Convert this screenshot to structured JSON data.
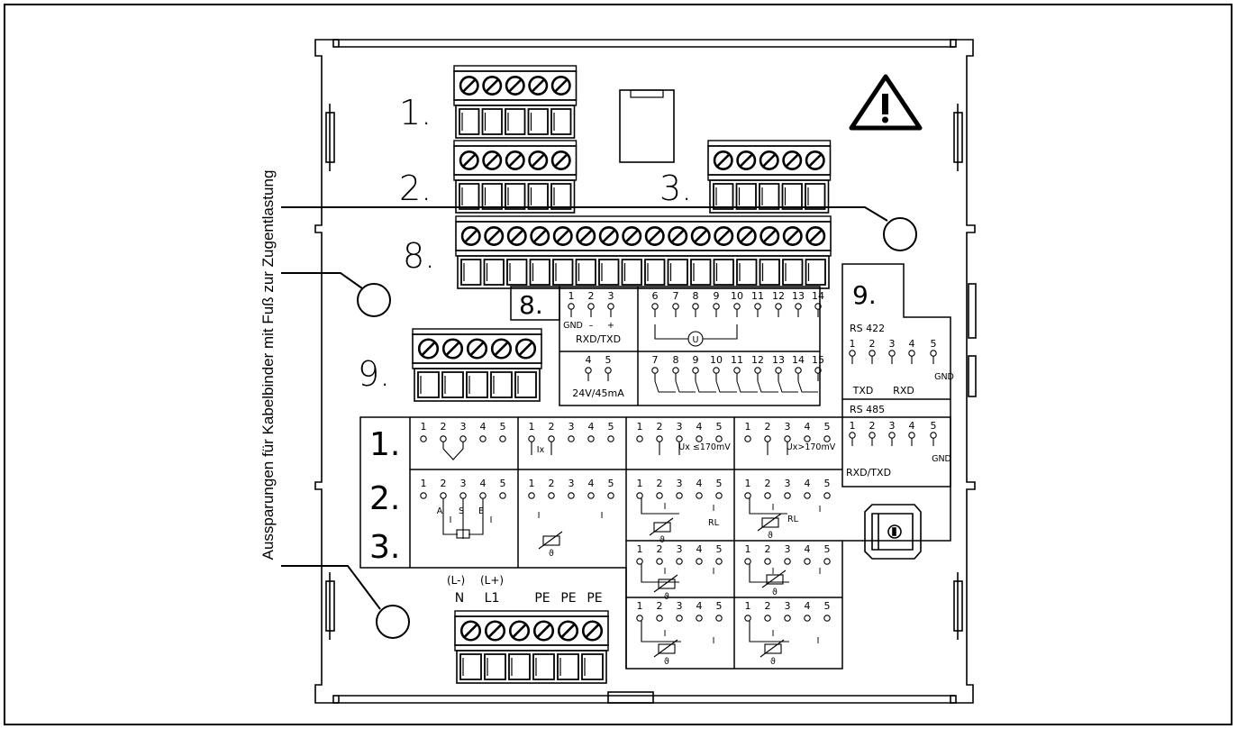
{
  "side_label": "Aussparungen für Kabelbinder mit Fuß zur Zugentlastung",
  "connector_labels": {
    "c1": "1.",
    "c2": "2.",
    "c3": "3.",
    "c8": "8.",
    "c9": "9."
  },
  "legend8": {
    "box_label": "8.",
    "pins_a": [
      "1",
      "2",
      "3"
    ],
    "signs_a": [
      "GND",
      "–",
      "+"
    ],
    "label_a": "RXD/TXD",
    "pins_b": [
      "4",
      "5"
    ],
    "label_b": "24V/45mA",
    "pins_c": [
      "6",
      "7",
      "8",
      "9",
      "10",
      "11",
      "12",
      "13",
      "14"
    ],
    "u_symbol": "U",
    "pins_d": [
      "7",
      "8",
      "9",
      "10",
      "11",
      "12",
      "13",
      "14",
      "15"
    ]
  },
  "legend9": {
    "box_label": "9.",
    "rs422_title": "RS 422",
    "rs422_pins": [
      "1",
      "2",
      "3",
      "4",
      "5"
    ],
    "rs422_gnd": "GND",
    "rs422_txd": "TXD",
    "rs422_rxd": "RXD",
    "rs485_title": "RS 485",
    "rs485_pins": [
      "1",
      "2",
      "3",
      "4",
      "5"
    ],
    "rs485_gnd": "GND",
    "rs485_rxdtxd": "RXD/TXD"
  },
  "inputs_table": {
    "row_labels": [
      "1.",
      "2.",
      "3."
    ],
    "pins": [
      "1",
      "2",
      "3",
      "4",
      "5"
    ],
    "ix": "Ix",
    "ux_low": "Ux ≤170mV",
    "ux_high": "Ux>170mV",
    "pot": {
      "a": "A",
      "s": "S",
      "e": "E"
    },
    "current": "I",
    "theta": "ϑ",
    "rl": "RL"
  },
  "power": {
    "paren_n": "(L-)",
    "paren_l1": "(L+)",
    "labels": [
      "N",
      "L1",
      "PE",
      "PE",
      "PE"
    ]
  }
}
